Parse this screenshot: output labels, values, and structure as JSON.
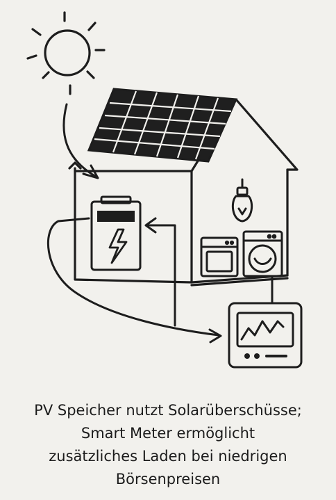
{
  "caption": {
    "lines": [
      "PV Speicher nutzt Solarüberschüsse;",
      "Smart Meter ermöglicht",
      "zusätzliches Laden bei niedrigen",
      "Börsenpreisen"
    ]
  },
  "icons": {
    "sun": "sun-icon",
    "solar_panel": "solar-panel-icon",
    "house": "house-icon",
    "battery": "battery-icon",
    "lightning": "lightning-icon",
    "lamp": "light-bulb-icon",
    "oven": "oven-icon",
    "washing_machine": "washing-machine-icon",
    "smart_meter": "smart-meter-icon"
  },
  "colors": {
    "background": "#f2f1ed",
    "ink": "#1d1d1d",
    "panel_fill": "#1f1f1f",
    "panel_grid": "#f2f1ed"
  }
}
